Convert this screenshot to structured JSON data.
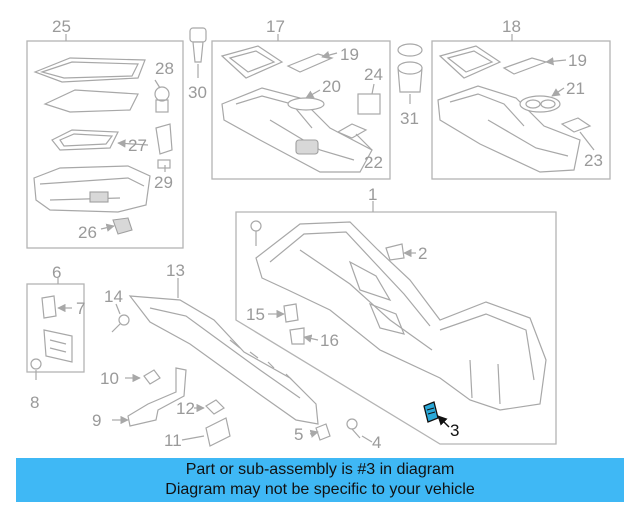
{
  "callouts": [
    "25",
    "28",
    "30",
    "17",
    "19",
    "20",
    "24",
    "31",
    "18",
    "19",
    "21",
    "23",
    "27",
    "22",
    "29",
    "26",
    "1",
    "2",
    "6",
    "13",
    "14",
    "7",
    "15",
    "16",
    "10",
    "12",
    "9",
    "11",
    "5",
    "4",
    "8",
    "3"
  ],
  "highlight_callout": "3",
  "banner": {
    "line1": "Part or sub-assembly is #3 in diagram",
    "line2": "Diagram may not be specific to your vehicle"
  },
  "colors": {
    "banner": "#3fb8f5",
    "line_art": "#a8a8a8",
    "highlight_part": "#2aa8d8"
  }
}
